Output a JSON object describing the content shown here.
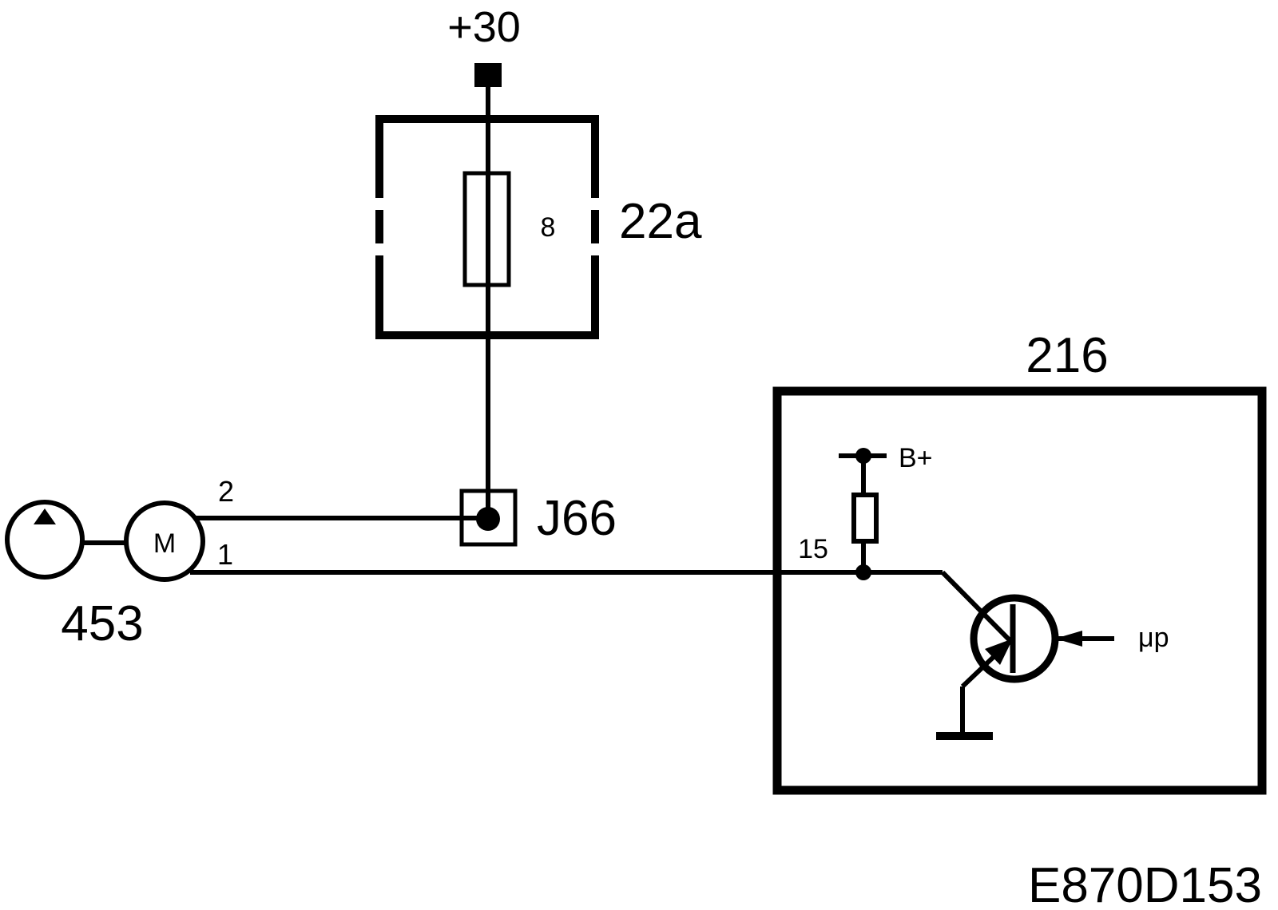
{
  "labels": {
    "supply": "+30",
    "fuse_box": "22a",
    "fuse_number": "8",
    "ecu": "216",
    "connector": "J66",
    "pump_unit": "453",
    "motor": "M",
    "wire_2": "2",
    "wire_1": "1",
    "pin_15": "15",
    "battery_plus": "B+",
    "micro": "μp",
    "drawing_id": "E870D153"
  },
  "colors": {
    "line": "#000000",
    "background": "#ffffff"
  }
}
